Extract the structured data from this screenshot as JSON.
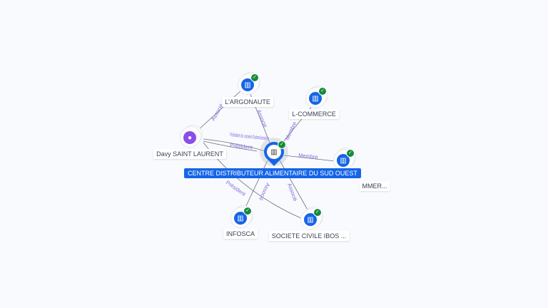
{
  "center": {
    "label": "CENTRE DISTRIBUTEUR ALIMENTAIRE DU SUD OUEST",
    "icon": "company-icon",
    "verified": "✓"
  },
  "nodes": [
    {
      "label": "L'ARGONAUTE",
      "icon": "company-icon"
    },
    {
      "label": "L-COMMERCE",
      "icon": "company-icon"
    },
    {
      "label": "Davy SAINT LAURENT",
      "icon": "person-icon"
    },
    {
      "label": "MMER...",
      "icon": "company-icon"
    },
    {
      "label": "INFOSCA",
      "icon": "company-icon"
    },
    {
      "label": "SOCIETE CIVILE IBOS ...",
      "icon": "company-icon"
    }
  ],
  "edges": {
    "davy_largonaute": "Associé",
    "largonaute_center": "Associé",
    "lcommerce_center": "Membre",
    "davy_center_1": "Président du conseil d'administration",
    "davy_center_2": "Président",
    "center_right": "Membre",
    "center_infosca": "Associé",
    "center_ibos": "Associé",
    "davy_infosca": "Président"
  },
  "colors": {
    "accent": "#1565e6",
    "person": "#8a4fe8",
    "verified": "#178a3a",
    "edge_label": "#7a6ee0"
  }
}
